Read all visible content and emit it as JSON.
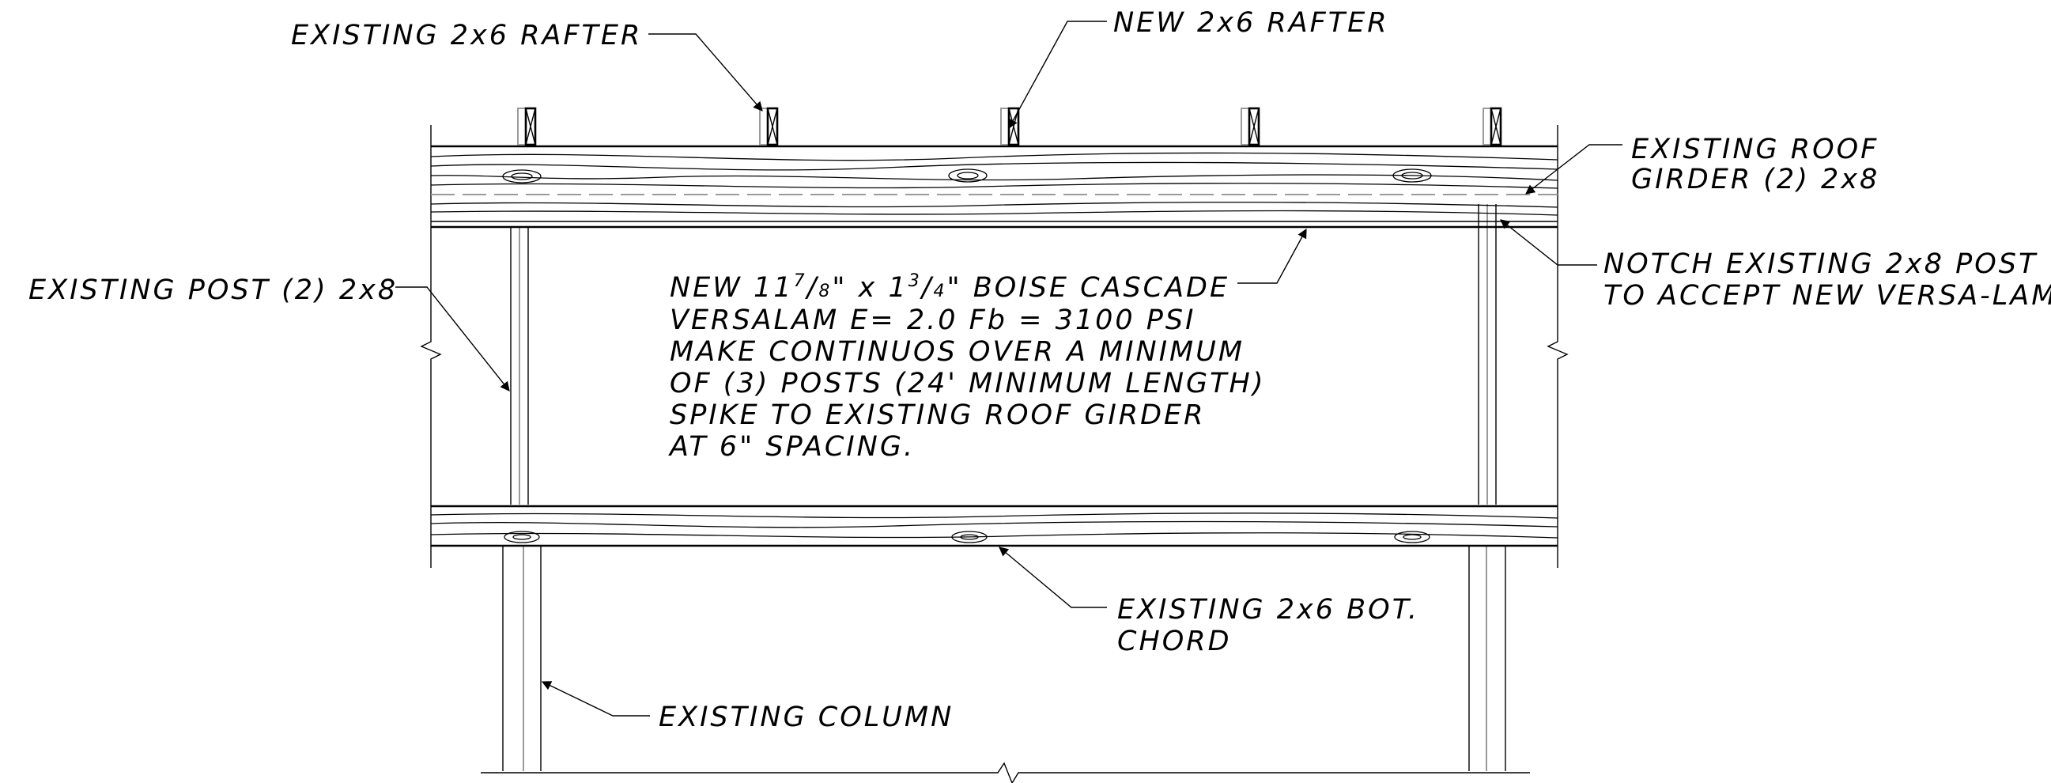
{
  "labels": {
    "existing_rafter": "EXISTING 2x6 RAFTER",
    "new_rafter": "NEW 2x6 RAFTER",
    "roof_girder_line1": "EXISTING ROOF",
    "roof_girder_line2": "GIRDER (2) 2x8",
    "notch_line1": "NOTCH EXISTING 2x8 POST",
    "notch_line2": "TO ACCEPT NEW VERSA-LAM",
    "existing_post": "EXISTING POST (2) 2x8",
    "bot_chord_line1": "EXISTING 2x6 BOT.",
    "bot_chord_line2": "CHORD",
    "existing_column": "EXISTING COLUMN"
  },
  "versalam_note": {
    "line1_pre": "NEW 11",
    "line1_frac1_num": "7",
    "line1_frac1_den": "8",
    "line1_mid": "\" x 1",
    "line1_frac2_num": "3",
    "line1_frac2_den": "4",
    "line1_post": "\" BOISE CASCADE",
    "line2": "VERSALAM E= 2.0 Fb = 3100 PSI",
    "line3": "MAKE CONTINUOS OVER A MINIMUM",
    "line4": "OF (3) POSTS (24' MINIMUM LENGTH)",
    "line5": "SPIKE TO EXISTING ROOF GIRDER",
    "line6": "AT 6\" SPACING."
  }
}
